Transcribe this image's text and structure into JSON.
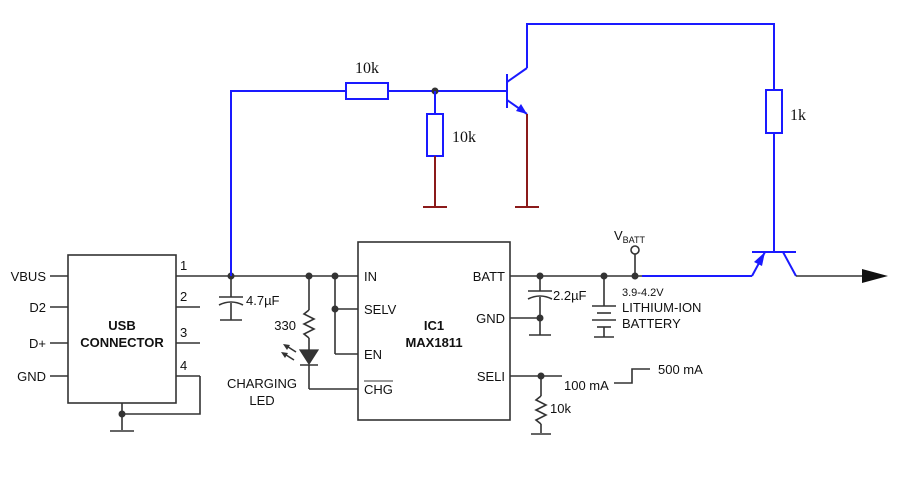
{
  "usb": {
    "title_line1": "USB",
    "title_line2": "CONNECTOR",
    "pins_left": [
      "VBUS",
      "D2",
      "D+",
      "GND"
    ],
    "pins_right": [
      "1",
      "2",
      "3",
      "4"
    ]
  },
  "ic": {
    "name": "IC1",
    "part": "MAX1811",
    "pins_left": [
      "IN",
      "SELV",
      "EN",
      "CHG"
    ],
    "pins_right": [
      "BATT",
      "GND",
      "SELI"
    ]
  },
  "components": {
    "cap_in": "4.7µF",
    "cap_out": "2.2µF",
    "res_led": "330",
    "res_seli": "10k",
    "res_top": "10k",
    "res_bias": "10k",
    "res_collector": "1k"
  },
  "labels": {
    "charging_led_line1": "CHARGING",
    "charging_led_line2": "LED",
    "vbatt_main": "V",
    "vbatt_sub": "BATT",
    "battery_voltage": "3.9-4.2V",
    "battery_line1": "LITHIUM-ION",
    "battery_line2": "BATTERY",
    "current_low": "100 mA",
    "current_high": "500 mA"
  },
  "colors": {
    "wire": "#333333",
    "added_circuit": "#1a1aff",
    "ground_added": "#8b1a1a"
  }
}
